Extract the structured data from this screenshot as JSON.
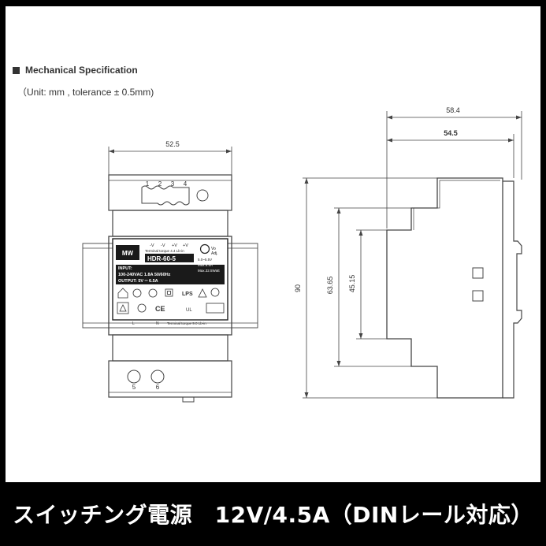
{
  "section": {
    "title": "Mechanical Specification",
    "unit_note": "（Unit: mm , tolerance ± 0.5mm)"
  },
  "front_view": {
    "width_dim": "52.5",
    "terminals_top": [
      "1",
      "2",
      "3",
      "4"
    ],
    "terminals_bottom": [
      "5",
      "6"
    ],
    "label": {
      "pin_labels": [
        "-V",
        "-V",
        "+V",
        "+V"
      ],
      "adj_label": "Vo\nAdj.",
      "torque_top": "Terminal torque 4.4 Lb-in",
      "model": "HDR-60-5",
      "vrange": "5.0~5.5V",
      "max_current": "Max.6.5A",
      "max_power": "Max.32.5Watt",
      "input_title": "INPUT:",
      "input_spec": "100-240VAC 1.8A 50/60Hz",
      "output_spec": "OUTPUT: 5V ═ 6.5A",
      "torque_bottom": "Terminal torque 9.0 Lb-in",
      "bottom_pins": [
        "L",
        "N"
      ]
    }
  },
  "side_view": {
    "overall_depth": "58.4",
    "body_depth": "54.5",
    "height": "90",
    "mid_height": "63.65",
    "inner_height": "45.15"
  },
  "banner": {
    "text": "スイッチング電源　12V/4.5A（DINレール対応）"
  },
  "colors": {
    "frame": "#000000",
    "line": "#444444",
    "label_bg": "#1a1a1a"
  }
}
